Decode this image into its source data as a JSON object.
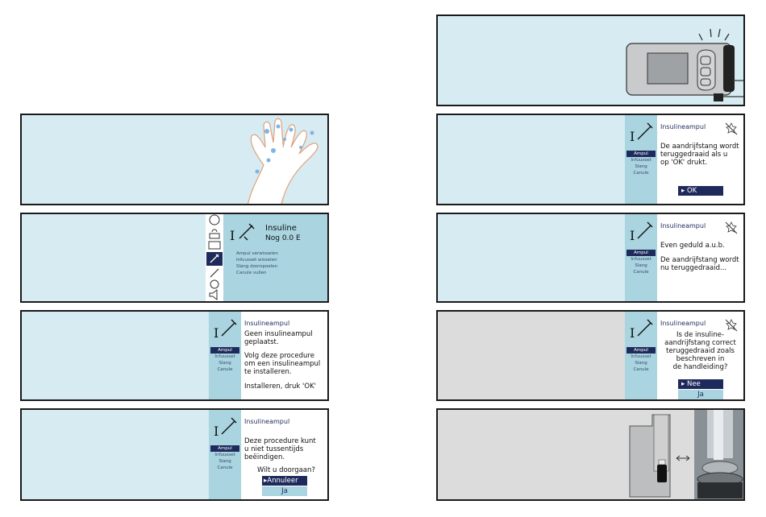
{
  "panel1": {
    "menu_icons": [
      "alert-icon",
      "user-icon",
      "screen-icon",
      "syringe-icon",
      "graph-syringe-icon",
      "settings-icon",
      "sound-icon"
    ],
    "title": "Insuline",
    "remaining": "Nog 0.0 E",
    "items": [
      "Ampul verwisselen",
      "Infuusset wisselen",
      "Slang doorspoelen",
      "Canule vullen"
    ]
  },
  "sidebar_menu": [
    "Ampul",
    "Infuusset",
    "Slang",
    "Canule"
  ],
  "panel2": {
    "title": "Insulineampul",
    "lines": [
      "Geen insulineampul",
      "geplaatst.",
      "Volg deze procedure",
      "om een insulineampul",
      "te installeren.",
      "Installeren, druk 'OK'"
    ]
  },
  "panel3": {
    "title": "Insulineampul",
    "lines": [
      "Deze procedure kunt",
      "u niet tussentijds",
      "beëindigen.",
      "Wilt u doorgaan?"
    ],
    "btn_cancel": "▸Annuleer",
    "btn_yes": "Ja"
  },
  "panel4": {
    "title": "Insulineampul",
    "lines": [
      "De aandrijfstang wordt",
      "teruggedraaid als u",
      "op 'OK' drukt."
    ],
    "btn_ok": "▸  OK"
  },
  "panel5": {
    "title": "Insulineampul",
    "line1": "Even geduld a.u.b.",
    "line2": "De aandrijfstang wordt",
    "line3": "nu teruggedraaid..."
  },
  "panel6": {
    "title": "Insulineampul",
    "lines": [
      "Is de insuline-",
      "aandrijfstang correct",
      "teruggedraaid zoals",
      "beschreven in",
      "de handleiding?"
    ],
    "btn_no": "▸  Nee",
    "btn_yes": "Ja"
  },
  "colors": {
    "panel_bg": "#d6ebf2",
    "sidebar": "#a9d4e0",
    "accent": "#1f2a5c",
    "gray": "#dcdcdc"
  }
}
